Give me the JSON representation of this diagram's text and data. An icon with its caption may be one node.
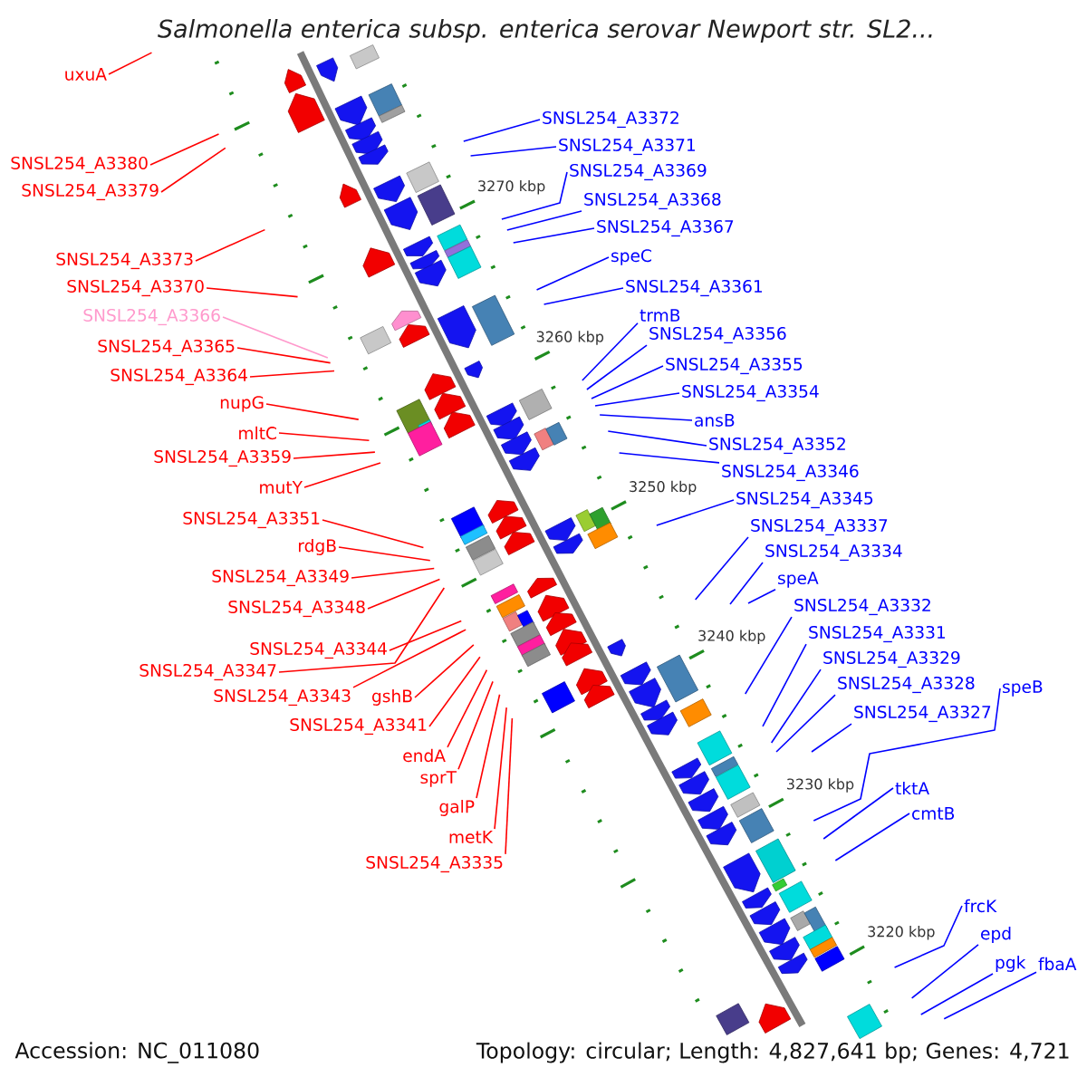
{
  "diagram": {
    "title": "Salmonella enterica subsp. enterica serovar Newport str. SL2...",
    "nodes": [
      {
        "text": [
          "uxuA"
        ]
      },
      {
        "text": [
          "SNSL254_A3380"
        ]
      },
      {
        "text": [
          "SNSL254_A3379"
        ]
      },
      {
        "text": [
          "SNSL254_A3373"
        ]
      },
      {
        "text": [
          "SNSL254_A3370"
        ]
      },
      {
        "text": [
          "SNSL254_A3366"
        ]
      },
      {
        "text": [
          "SNSL254_A3365"
        ]
      },
      {
        "text": [
          "SNSL254_A3364"
        ]
      },
      {
        "text": [
          "nupG"
        ]
      },
      {
        "text": [
          "mltC"
        ]
      },
      {
        "text": [
          "SNSL254_A3359"
        ]
      },
      {
        "text": [
          "mutY"
        ]
      },
      {
        "text": [
          "SNSL254_A3351"
        ]
      },
      {
        "text": [
          "rdgB"
        ]
      },
      {
        "text": [
          "SNSL254_A3349"
        ]
      },
      {
        "text": [
          "SNSL254_A3348"
        ]
      },
      {
        "text": [
          "SNSL254_A3344"
        ]
      },
      {
        "text": [
          "SNSL254_A3347"
        ]
      },
      {
        "text": [
          "SNSL254_A3343"
        ]
      },
      {
        "text": [
          "gshB"
        ]
      },
      {
        "text": [
          "SNSL254_A3341"
        ]
      },
      {
        "text": [
          "endA"
        ]
      },
      {
        "text": [
          "sprT"
        ]
      },
      {
        "text": [
          "galP"
        ]
      },
      {
        "text": [
          "metK"
        ]
      },
      {
        "text": [
          "SNSL254_A3335"
        ]
      },
      {
        "text": [
          "SNSL254_A3372"
        ]
      },
      {
        "text": [
          "SNSL254_A3371"
        ]
      },
      {
        "text": [
          "SNSL254_A3369"
        ]
      },
      {
        "text": [
          "SNSL254_A3368"
        ]
      },
      {
        "text": [
          "SNSL254_A3367"
        ]
      },
      {
        "text": [
          "speC"
        ]
      },
      {
        "text": [
          "SNSL254_A3361"
        ]
      },
      {
        "text": [
          "trmB"
        ]
      },
      {
        "text": [
          "SNSL254_A3356"
        ]
      },
      {
        "text": [
          "SNSL254_A3355"
        ]
      },
      {
        "text": [
          "SNSL254_A3354"
        ]
      },
      {
        "text": [
          "ansB"
        ]
      },
      {
        "text": [
          "SNSL254_A3352"
        ]
      },
      {
        "text": [
          "SNSL254_A3346"
        ]
      },
      {
        "text": [
          "SNSL254_A3345"
        ]
      },
      {
        "text": [
          "SNSL254_A3337"
        ]
      },
      {
        "text": [
          "SNSL254_A3334"
        ]
      },
      {
        "text": [
          "speA"
        ]
      },
      {
        "text": [
          "SNSL254_A3332"
        ]
      },
      {
        "text": [
          "SNSL254_A3331"
        ]
      },
      {
        "text": [
          "SNSL254_A3329"
        ]
      },
      {
        "text": [
          "SNSL254_A3328"
        ]
      },
      {
        "text": [
          "SNSL254_A3327"
        ]
      },
      {
        "text": [
          "speB"
        ]
      },
      {
        "text": [
          "tktA"
        ]
      },
      {
        "text": [
          "cmtB"
        ]
      },
      {
        "text": [
          "frcK"
        ]
      },
      {
        "text": [
          "epd"
        ]
      },
      {
        "text": [
          "pgk"
        ]
      },
      {
        "text": [
          "fbaA"
        ]
      }
    ],
    "edges": [
      {
        "from": 0,
        "to": null,
        "arrow": "none",
        "color": "#ff0000"
      },
      {
        "from": 1,
        "to": null,
        "arrow": "none",
        "color": "#ff0000"
      },
      {
        "from": 2,
        "to": null,
        "arrow": "none",
        "color": "#ff0000"
      },
      {
        "from": 3,
        "to": null,
        "arrow": "none",
        "color": "#ff0000"
      },
      {
        "from": 4,
        "to": null,
        "arrow": "none",
        "color": "#ff0000"
      },
      {
        "from": 5,
        "to": null,
        "arrow": "none",
        "color": "#ff99cc"
      },
      {
        "from": 6,
        "to": null,
        "arrow": "none",
        "color": "#ff0000"
      },
      {
        "from": 7,
        "to": null,
        "arrow": "none",
        "color": "#ff0000"
      },
      {
        "from": 8,
        "to": null,
        "arrow": "none",
        "color": "#ff0000"
      },
      {
        "from": 9,
        "to": null,
        "arrow": "none",
        "color": "#ff0000"
      },
      {
        "from": 10,
        "to": null,
        "arrow": "none",
        "color": "#ff0000"
      },
      {
        "from": 11,
        "to": null,
        "arrow": "none",
        "color": "#ff0000"
      },
      {
        "from": 12,
        "to": null,
        "arrow": "none",
        "color": "#ff0000"
      },
      {
        "from": 13,
        "to": null,
        "arrow": "none",
        "color": "#ff0000"
      },
      {
        "from": 14,
        "to": null,
        "arrow": "none",
        "color": "#ff0000"
      },
      {
        "from": 15,
        "to": null,
        "arrow": "none",
        "color": "#ff0000"
      },
      {
        "from": 16,
        "to": null,
        "arrow": "none",
        "color": "#ff0000"
      },
      {
        "from": 17,
        "to": null,
        "arrow": "none",
        "color": "#ff0000"
      },
      {
        "from": 18,
        "to": null,
        "arrow": "none",
        "color": "#ff0000"
      },
      {
        "from": 19,
        "to": null,
        "arrow": "none",
        "color": "#ff0000"
      },
      {
        "from": 20,
        "to": null,
        "arrow": "none",
        "color": "#ff0000"
      },
      {
        "from": 21,
        "to": null,
        "arrow": "none",
        "color": "#ff0000"
      },
      {
        "from": 22,
        "to": null,
        "arrow": "none",
        "color": "#ff0000"
      },
      {
        "from": 23,
        "to": null,
        "arrow": "none",
        "color": "#ff0000"
      },
      {
        "from": 24,
        "to": null,
        "arrow": "none",
        "color": "#ff0000"
      },
      {
        "from": 25,
        "to": null,
        "arrow": "none",
        "color": "#ff0000"
      },
      {
        "from": 26,
        "to": null,
        "arrow": "none"
      },
      {
        "from": 27,
        "to": null,
        "arrow": "none"
      },
      {
        "from": 28,
        "to": null,
        "arrow": "none"
      },
      {
        "from": 29,
        "to": null,
        "arrow": "none"
      },
      {
        "from": 30,
        "to": null,
        "arrow": "none"
      },
      {
        "from": 31,
        "to": null,
        "arrow": "none"
      },
      {
        "from": 32,
        "to": null,
        "arrow": "none"
      },
      {
        "from": 33,
        "to": null,
        "arrow": "none"
      },
      {
        "from": 34,
        "to": null,
        "arrow": "none"
      },
      {
        "from": 35,
        "to": null,
        "arrow": "none"
      },
      {
        "from": 36,
        "to": null,
        "arrow": "none"
      },
      {
        "from": 37,
        "to": null,
        "arrow": "none"
      },
      {
        "from": 38,
        "to": null,
        "arrow": "none"
      },
      {
        "from": 39,
        "to": null,
        "arrow": "none"
      },
      {
        "from": 40,
        "to": null,
        "arrow": "none"
      },
      {
        "from": 41,
        "to": null,
        "arrow": "none"
      },
      {
        "from": 42,
        "to": null,
        "arrow": "none"
      },
      {
        "from": 43,
        "to": null,
        "arrow": "none"
      },
      {
        "from": 44,
        "to": null,
        "arrow": "none"
      },
      {
        "from": 45,
        "to": null,
        "arrow": "none"
      },
      {
        "from": 46,
        "to": null,
        "arrow": "none"
      },
      {
        "from": 47,
        "to": null,
        "arrow": "none"
      },
      {
        "from": 48,
        "to": null,
        "arrow": "none"
      },
      {
        "from": 49,
        "to": null,
        "arrow": "none"
      },
      {
        "from": 50,
        "to": null,
        "arrow": "none"
      },
      {
        "from": 51,
        "to": null,
        "arrow": "none"
      },
      {
        "from": 52,
        "to": null,
        "arrow": "none"
      },
      {
        "from": 53,
        "to": null,
        "arrow": "none"
      },
      {
        "from": 54,
        "to": null,
        "arrow": "none"
      },
      {
        "from": 55,
        "to": null,
        "arrow": "none"
      }
    ],
    "labels": [
      "3270 kbp",
      "3260 kbp",
      "3250 kbp",
      "3240 kbp",
      "3230 kbp",
      "3220 kbp",
      "Accession: NC_011080",
      "Topology: circular; Length: 4,827,641 bp; Genes: 4,721"
    ]
  }
}
